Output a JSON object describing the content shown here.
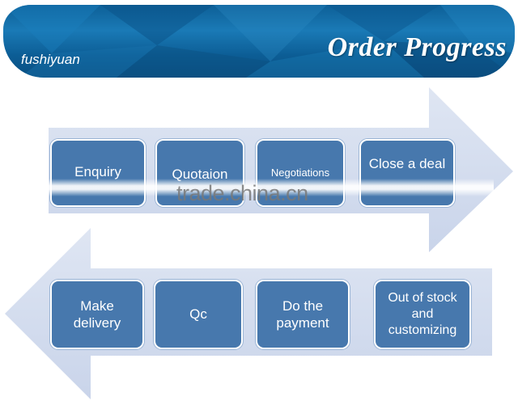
{
  "header": {
    "brand": "fushiyuan",
    "title": "Order Progress"
  },
  "watermark": "trade.china.cn",
  "colors": {
    "banner": "#0d5f97",
    "arrow": "#d4ddef",
    "box": "#4778ad",
    "box_text": "#ffffff"
  },
  "steps_top": [
    {
      "label": "Enquiry"
    },
    {
      "label": "Quotaion"
    },
    {
      "label": "Negotiations"
    },
    {
      "label": "Close a deal"
    }
  ],
  "steps_bottom": [
    {
      "label": "Make delivery"
    },
    {
      "label": "Qc"
    },
    {
      "label": "Do the payment"
    },
    {
      "label": "Out of stock and customizing"
    }
  ]
}
